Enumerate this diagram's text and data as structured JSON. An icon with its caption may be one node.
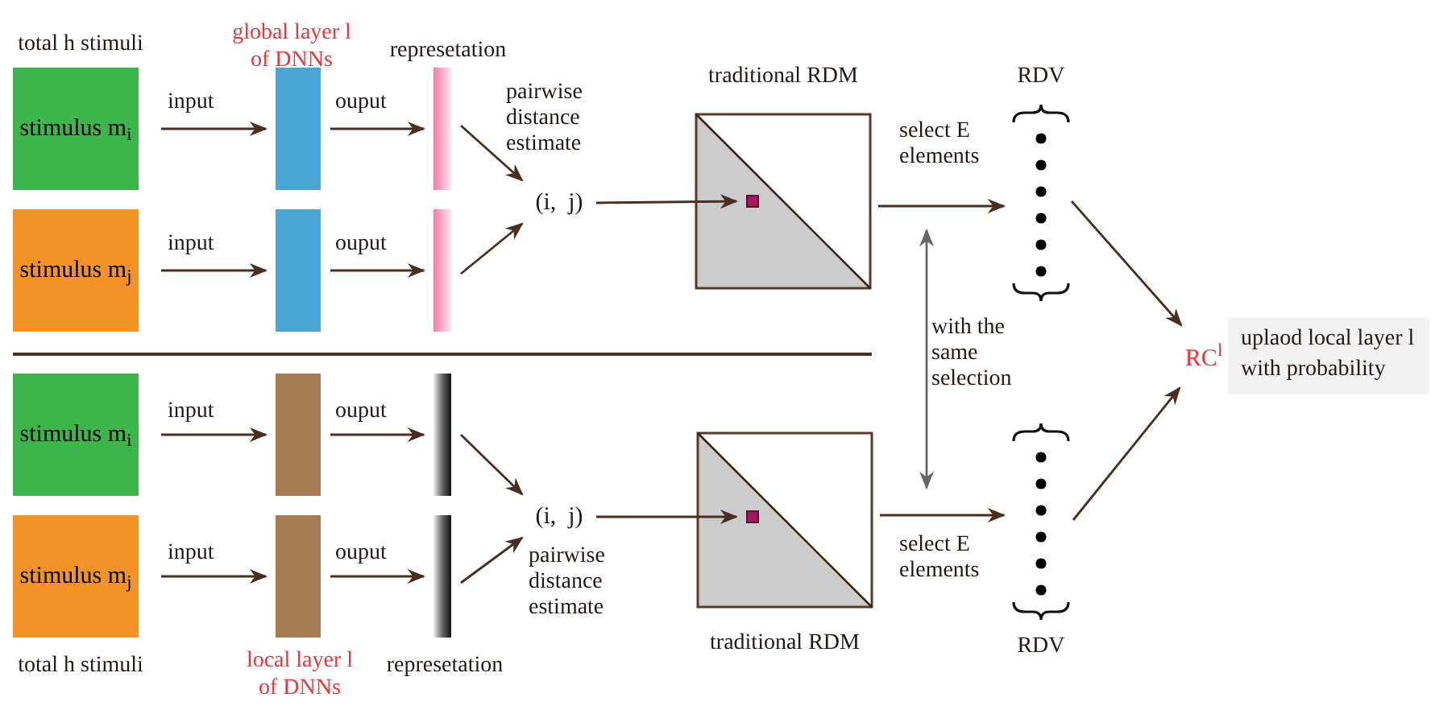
{
  "diagram": {
    "nodes": [
      {
        "text": [
          "stimulus m$_{i}$"
        ]
      },
      {
        "text": [
          "stimulus m$_{j}$"
        ]
      },
      {
        "text": [],
        "shape": "bar"
      },
      {
        "text": [],
        "shape": "bar"
      },
      {
        "text": [],
        "shape": "bar"
      },
      {
        "text": [],
        "shape": "bar"
      },
      {
        "text": [
          "(i,  j)"
        ],
        "beside": [
          "pairwise distance estimate"
        ]
      },
      {
        "text": [
          "traditional RDM"
        ]
      },
      {
        "text": [],
        "shape": "box",
        "in": 7
      },
      {
        "text": [
          "RDV"
        ]
      },
      {
        "text": [
          "stimulus m$_{i}$"
        ]
      },
      {
        "text": [
          "stimulus m$_{j}$"
        ]
      },
      {
        "text": [],
        "shape": "bar"
      },
      {
        "text": [],
        "shape": "bar"
      },
      {
        "text": [],
        "shape": "bar"
      },
      {
        "text": [],
        "shape": "bar"
      },
      {
        "text": [
          "(i,  j)"
        ],
        "beside": [
          "pairwise distance estimate"
        ]
      },
      {
        "text": [
          "traditional RDM"
        ]
      },
      {
        "text": [],
        "shape": "box",
        "in": 17
      },
      {
        "text": [
          "RDV"
        ]
      },
      {
        "text": [
          "RC$^{l}$"
        ]
      },
      {
        "text": [
          "uplaod local layer l with probability"
        ]
      }
    ],
    "edges": [
      {
        "from": 0,
        "to": 2,
        "arrow": "to",
        "label": "input"
      },
      {
        "from": 2,
        "to": 4,
        "arrow": "to",
        "label": "ouput"
      },
      {
        "from": 1,
        "to": 3,
        "arrow": "to",
        "label": "input"
      },
      {
        "from": 3,
        "to": 5,
        "arrow": "to",
        "label": "ouput"
      },
      {
        "from": 4,
        "to": 6,
        "arrow": "to"
      },
      {
        "from": 5,
        "to": 6,
        "arrow": "to"
      },
      {
        "from": 6,
        "to": 8,
        "arrow": "to"
      },
      {
        "from": 7,
        "to": 9,
        "arrow": "to",
        "label": "select E elements"
      },
      {
        "from": 9,
        "to": 20,
        "arrow": "to"
      },
      {
        "from": 9,
        "to": 19,
        "arrow": "both",
        "label": "with the same selection",
        "color": "#666666"
      },
      {
        "from": 10,
        "to": 12,
        "arrow": "to",
        "label": "input"
      },
      {
        "from": 12,
        "to": 14,
        "arrow": "to",
        "label": "ouput"
      },
      {
        "from": 11,
        "to": 13,
        "arrow": "to",
        "label": "input"
      },
      {
        "from": 13,
        "to": 15,
        "arrow": "to",
        "label": "ouput"
      },
      {
        "from": 14,
        "to": 16,
        "arrow": "to"
      },
      {
        "from": 15,
        "to": 16,
        "arrow": "to"
      },
      {
        "from": 16,
        "to": 18,
        "arrow": "to"
      },
      {
        "from": 17,
        "to": 19,
        "arrow": "to",
        "label": "select E elements"
      },
      {
        "from": 19,
        "to": 20,
        "arrow": "to"
      }
    ],
    "labels": [
      "total h stimuli",
      "global layer l of DNNs",
      "represetation",
      "total h stimuli",
      "local layer l of DNNs",
      "represetation"
    ]
  }
}
